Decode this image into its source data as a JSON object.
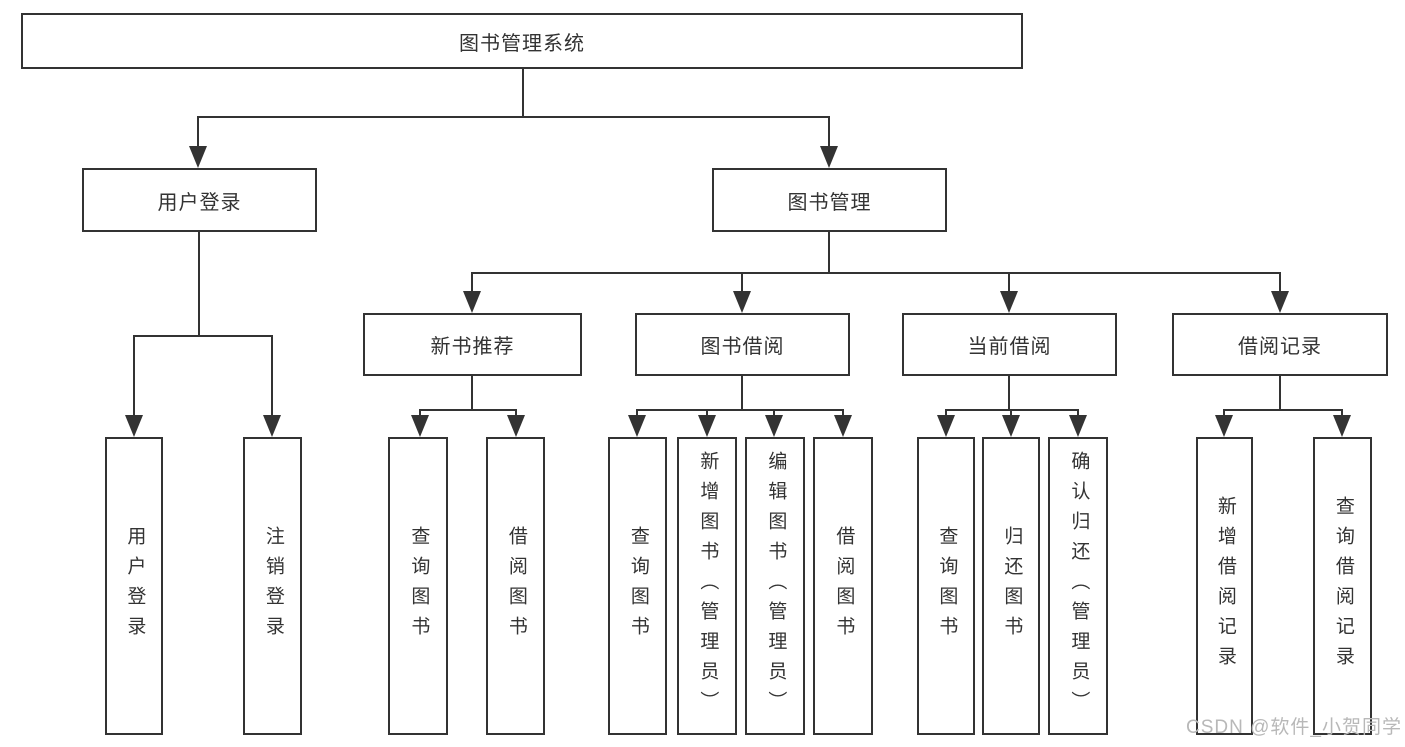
{
  "tree": {
    "label": "图书管理系统",
    "children": [
      {
        "label": "用户登录",
        "children": [
          {
            "label": "用户登录"
          },
          {
            "label": "注销登录"
          }
        ]
      },
      {
        "label": "图书管理",
        "children": [
          {
            "label": "新书推荐",
            "children": [
              {
                "label": "查询图书"
              },
              {
                "label": "借阅图书"
              }
            ]
          },
          {
            "label": "图书借阅",
            "children": [
              {
                "label": "查询图书"
              },
              {
                "label": "新增图书（管理员）"
              },
              {
                "label": "编辑图书（管理员）"
              },
              {
                "label": "借阅图书"
              }
            ]
          },
          {
            "label": "当前借阅",
            "children": [
              {
                "label": "查询图书"
              },
              {
                "label": "归还图书"
              },
              {
                "label": "确认归还（管理员）"
              }
            ]
          },
          {
            "label": "借阅记录",
            "children": [
              {
                "label": "新增借阅记录"
              },
              {
                "label": "查询借阅记录"
              }
            ]
          }
        ]
      }
    ]
  },
  "watermark": {
    "text": "CSDN @软件_小贺同学"
  },
  "colors": {
    "line": "#333333",
    "node_border": "#333333",
    "text": "#333333",
    "watermark": "#b8b8b8",
    "background": "#ffffff"
  }
}
